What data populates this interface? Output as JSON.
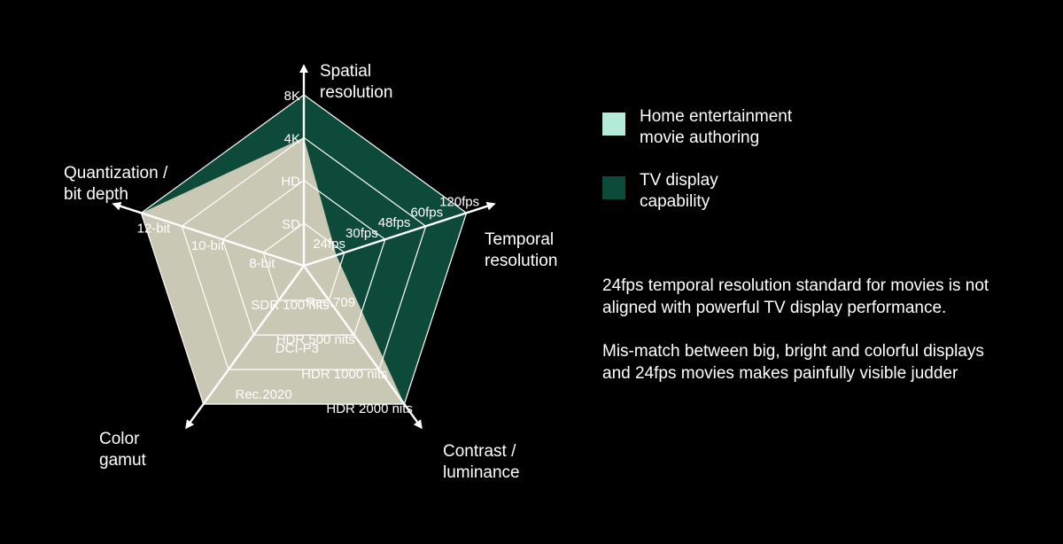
{
  "colors": {
    "background": "#000000",
    "grid": "#ffffff",
    "tv_display": "#0d4a39",
    "home_entertainment": "#c9c8b4",
    "home_entertainment_legend": "#b3ead8"
  },
  "chart_data": {
    "type": "radar",
    "title": "",
    "axes": [
      {
        "name": "Spatial\nresolution",
        "levels": [
          "SD",
          "HD",
          "4K",
          "8K"
        ]
      },
      {
        "name": "Temporal\nresolution",
        "levels": [
          "24fps",
          "30fps",
          "48fps",
          "60fps",
          "120fps"
        ]
      },
      {
        "name": "Contrast /\nluminance",
        "levels": [
          "SDR 100 nits",
          "HDR 500 nits",
          "HDR 1000 nits",
          "HDR  2000 nits"
        ]
      },
      {
        "name": "Color\ngamut",
        "levels": [
          "Rec.709",
          "DCI-P3",
          "Rec.2020"
        ]
      },
      {
        "name": "Quantization /\nbit depth",
        "levels": [
          "8-bit",
          "10-bit",
          "12-bit"
        ]
      }
    ],
    "series": [
      {
        "name": "TV display\ncapability",
        "color": "#0d4a39",
        "values": [
          "8K",
          "120fps",
          "HDR  2000 nits",
          "Rec.2020",
          "12-bit"
        ]
      },
      {
        "name": "Home entertainment\nmovie authoring",
        "color": "#c9c8b4",
        "values": [
          "4K",
          "24fps",
          "HDR  2000 nits",
          "Rec.2020",
          "12-bit"
        ]
      }
    ]
  },
  "legend": [
    {
      "label": "Home entertainment\nmovie authoring",
      "color": "#b3ead8"
    },
    {
      "label": "TV display\ncapability",
      "color": "#0d4a39"
    }
  ],
  "notes": [
    "24fps temporal resolution standard for movies is not\naligned with powerful TV display performance.",
    "Mis-match between big, bright and colorful displays\nand 24fps movies makes painfully visible judder"
  ]
}
